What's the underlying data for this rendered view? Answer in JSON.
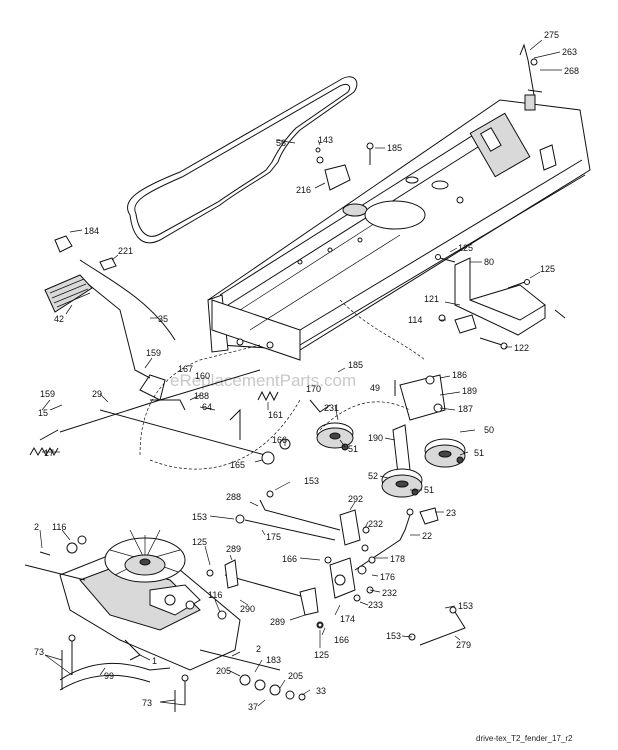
{
  "diagram": {
    "caption": "drive-tex_T2_fender_17_r2",
    "watermark": "eReplacementParts.com",
    "part_labels": [
      {
        "id": "p275",
        "text": "275"
      },
      {
        "id": "p263",
        "text": "263"
      },
      {
        "id": "p268",
        "text": "268"
      },
      {
        "id": "p56",
        "text": "56"
      },
      {
        "id": "p143",
        "text": "143"
      },
      {
        "id": "p185a",
        "text": "185"
      },
      {
        "id": "p216",
        "text": "216"
      },
      {
        "id": "p184",
        "text": "184"
      },
      {
        "id": "p221",
        "text": "221"
      },
      {
        "id": "p125a",
        "text": "125"
      },
      {
        "id": "p80",
        "text": "80"
      },
      {
        "id": "p125b",
        "text": "125"
      },
      {
        "id": "p42",
        "text": "42"
      },
      {
        "id": "p35",
        "text": "35"
      },
      {
        "id": "p121",
        "text": "121"
      },
      {
        "id": "p114",
        "text": "114"
      },
      {
        "id": "p122",
        "text": "122"
      },
      {
        "id": "p159a",
        "text": "159"
      },
      {
        "id": "p167",
        "text": "167"
      },
      {
        "id": "p160",
        "text": "160"
      },
      {
        "id": "p185b",
        "text": "185"
      },
      {
        "id": "p186",
        "text": "186"
      },
      {
        "id": "p170",
        "text": "170"
      },
      {
        "id": "p49",
        "text": "49"
      },
      {
        "id": "p189",
        "text": "189"
      },
      {
        "id": "p159b",
        "text": "159"
      },
      {
        "id": "p29",
        "text": "29"
      },
      {
        "id": "p188",
        "text": "188"
      },
      {
        "id": "p231",
        "text": "231"
      },
      {
        "id": "p187",
        "text": "187"
      },
      {
        "id": "p64",
        "text": "64"
      },
      {
        "id": "p15",
        "text": "15"
      },
      {
        "id": "p161",
        "text": "161"
      },
      {
        "id": "p50",
        "text": "50"
      },
      {
        "id": "p190",
        "text": "190"
      },
      {
        "id": "p17",
        "text": "17"
      },
      {
        "id": "p166a",
        "text": "166"
      },
      {
        "id": "p51a",
        "text": "51"
      },
      {
        "id": "p51b",
        "text": "51"
      },
      {
        "id": "p165",
        "text": "165"
      },
      {
        "id": "p52",
        "text": "52"
      },
      {
        "id": "p153a",
        "text": "153"
      },
      {
        "id": "p51c",
        "text": "51"
      },
      {
        "id": "p288",
        "text": "288"
      },
      {
        "id": "p292",
        "text": "292"
      },
      {
        "id": "p153b",
        "text": "153"
      },
      {
        "id": "p23",
        "text": "23"
      },
      {
        "id": "p2a",
        "text": "2"
      },
      {
        "id": "p116a",
        "text": "116"
      },
      {
        "id": "p175",
        "text": "175"
      },
      {
        "id": "p232a",
        "text": "232"
      },
      {
        "id": "p22",
        "text": "22"
      },
      {
        "id": "p125c",
        "text": "125"
      },
      {
        "id": "p289a",
        "text": "289"
      },
      {
        "id": "p166b",
        "text": "166"
      },
      {
        "id": "p178",
        "text": "178"
      },
      {
        "id": "p176",
        "text": "176"
      },
      {
        "id": "p232b",
        "text": "232"
      },
      {
        "id": "p116b",
        "text": "116"
      },
      {
        "id": "p290",
        "text": "290"
      },
      {
        "id": "p233",
        "text": "233"
      },
      {
        "id": "p153c",
        "text": "153"
      },
      {
        "id": "p289b",
        "text": "289"
      },
      {
        "id": "p174",
        "text": "174"
      },
      {
        "id": "p153d",
        "text": "153"
      },
      {
        "id": "p1",
        "text": "1"
      },
      {
        "id": "p166c",
        "text": "166"
      },
      {
        "id": "p279",
        "text": "279"
      },
      {
        "id": "p2b",
        "text": "2"
      },
      {
        "id": "p125d",
        "text": "125"
      },
      {
        "id": "p73a",
        "text": "73"
      },
      {
        "id": "p183",
        "text": "183"
      },
      {
        "id": "p99",
        "text": "99"
      },
      {
        "id": "p205a",
        "text": "205"
      },
      {
        "id": "p205b",
        "text": "205"
      },
      {
        "id": "p73b",
        "text": "73"
      },
      {
        "id": "p33",
        "text": "33"
      },
      {
        "id": "p37",
        "text": "37"
      }
    ]
  }
}
